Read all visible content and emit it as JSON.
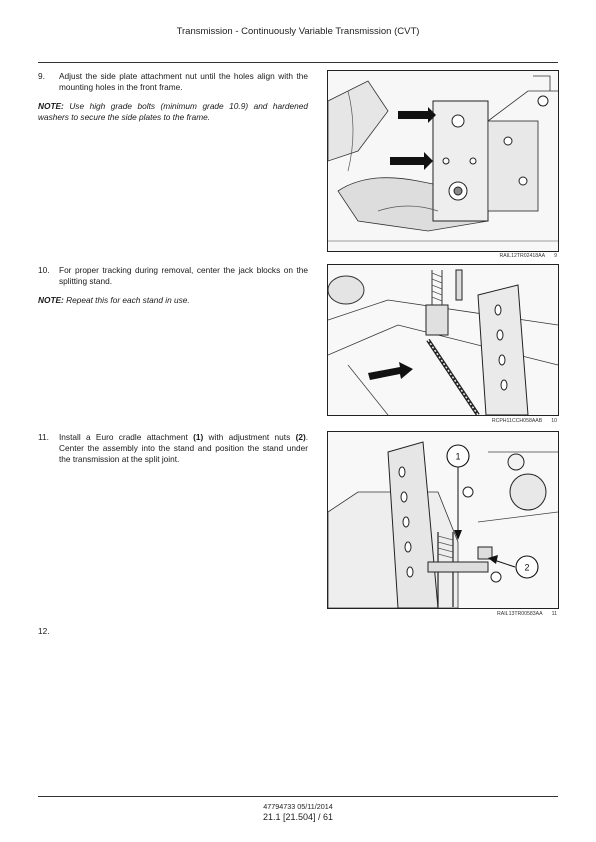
{
  "header": {
    "title": "Transmission - Continuously Variable Transmission (CVT)"
  },
  "steps": [
    {
      "num": "9.",
      "text": "Adjust the side plate attachment nut until the holes align with the mounting holes in the front frame."
    },
    {
      "num": "10.",
      "text": "For proper tracking during removal, center the jack blocks on the splitting stand."
    },
    {
      "num": "11.",
      "pre": "Install a Euro cradle attachment ",
      "b1": "(1)",
      "mid": " with adjustment nuts ",
      "b2": "(2)",
      "post": ". Center the assembly into the stand and position the stand under the transmission at the split joint."
    },
    {
      "num": "12.",
      "text": ""
    }
  ],
  "notes": [
    {
      "label": "NOTE:",
      "text": " Use high grade bolts (minimum grade 10.9) and hardened washers to secure the side plates to the frame."
    },
    {
      "label": "NOTE:",
      "text": " Repeat this for each stand in use."
    }
  ],
  "figures": [
    {
      "ref": "RAIL12TR02418AA",
      "num": "9"
    },
    {
      "ref": "RCPH11CCH058AAB",
      "num": "10"
    },
    {
      "ref": "RAIL13TR00583AA",
      "num": "11",
      "callouts": [
        "1",
        "2"
      ]
    }
  ],
  "footer": {
    "doc": "47794733 05/11/2014",
    "page": "21.1 [21.504] / 61"
  }
}
